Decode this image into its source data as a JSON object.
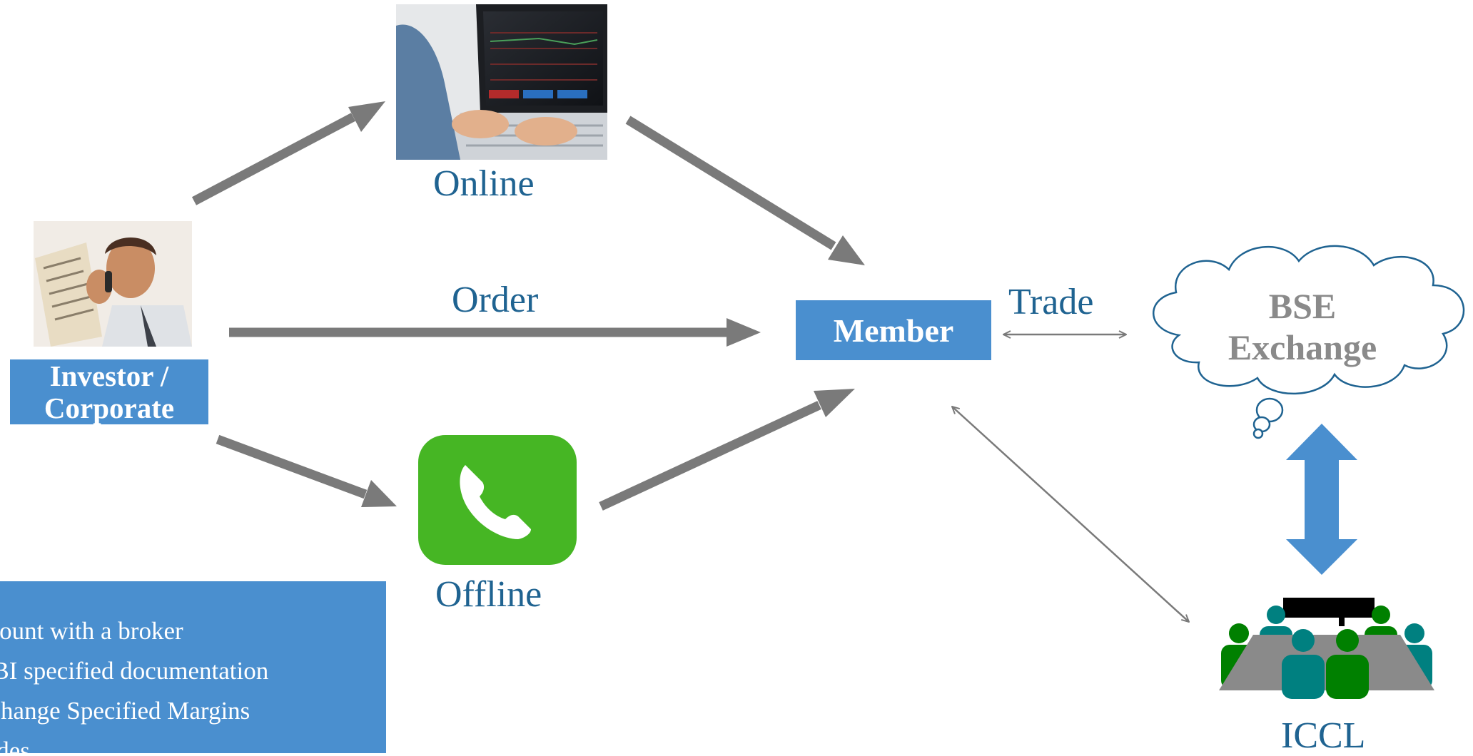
{
  "nodes": {
    "investor_label_line1": "Investor /",
    "investor_label_line2": "Corporate",
    "online_label": "Online",
    "offline_label": "Offline",
    "member_label": "Member",
    "bse_line1": "BSE",
    "bse_line2": "Exchange",
    "iccl_label": "ICCL"
  },
  "edges": {
    "order_label": "Order",
    "trade_label": "Trade"
  },
  "notes": [
    "ccount with a broker",
    "EBI specified documentation",
    "xchange Specified Margins",
    "rades"
  ],
  "icons": {
    "investor": "man-on-phone-reading-newspaper-photo",
    "online": "hands-typing-on-laptop-photo",
    "offline": "phone-app-icon",
    "iccl": "meeting-table-people-icon"
  },
  "colors": {
    "accent_blue": "#4a8fcf",
    "label_blue": "#1f6391",
    "arrow_gray": "#7a7a7a",
    "bse_gray": "#8a8a8a",
    "phone_green": "#46b624"
  }
}
